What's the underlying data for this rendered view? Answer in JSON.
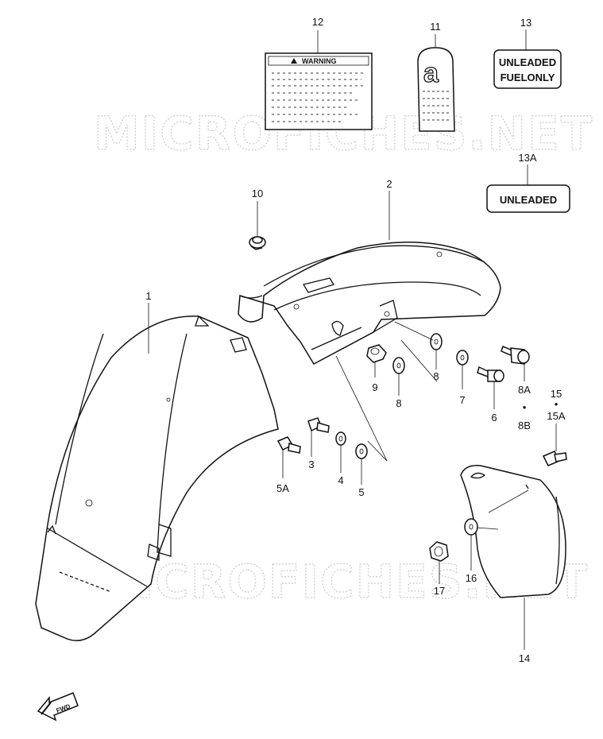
{
  "watermark": {
    "top": "MICROFICHES.NET",
    "bottom": "MICROFICHES.NET"
  },
  "labels": {
    "warning_label_title": "WARNING",
    "unleaded_fuel_only_line1": "UNLEADED",
    "unleaded_fuel_only_line2": "FUELONLY",
    "unleaded": "UNLEADED",
    "emblem_letter": "a",
    "fwd": "FWD"
  },
  "callouts": {
    "p1": "1",
    "p2": "2",
    "p3": "3",
    "p4": "4",
    "p5": "5",
    "p5a": "5A",
    "p6": "6",
    "p7": "7",
    "p8a": "8",
    "p8b": "8",
    "p8_8a": "8A",
    "p8_8b": "8B",
    "p9": "9",
    "p10": "10",
    "p11": "11",
    "p12": "12",
    "p13": "13",
    "p13a": "13A",
    "p14": "14",
    "p15": "15",
    "p15a": "15A",
    "p16": "16",
    "p17": "17",
    "dot_a": "•",
    "dot_b": "•"
  }
}
